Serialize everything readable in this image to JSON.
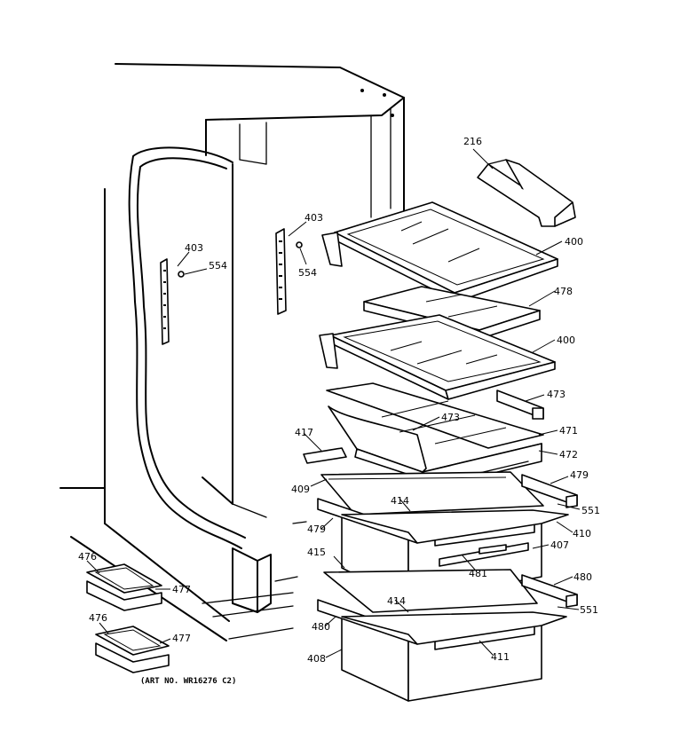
{
  "art_number": "(ART NO. WR16276 C2)",
  "labels": {
    "216": "216",
    "400a": "400",
    "478": "478",
    "400b": "400",
    "473a": "473",
    "473b": "473",
    "471": "471",
    "472": "472",
    "479a": "479",
    "551a": "551",
    "410": "410",
    "407": "407",
    "417": "417",
    "409": "409",
    "414a": "414",
    "479b": "479",
    "415": "415",
    "481": "481",
    "480a": "480",
    "551b": "551",
    "414b": "414",
    "480b": "480",
    "411": "411",
    "408": "408",
    "403a": "403",
    "554a": "554",
    "403b": "403",
    "554b": "554",
    "476a": "476",
    "477a": "477",
    "476b": "476",
    "477b": "477"
  }
}
